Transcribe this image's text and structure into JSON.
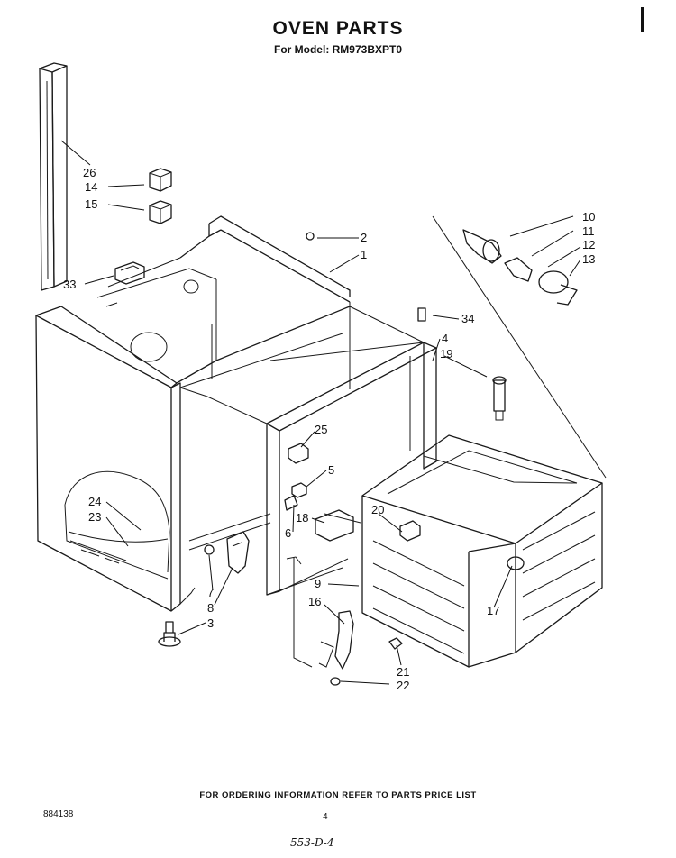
{
  "header": {
    "title": "OVEN PARTS",
    "subtitle": "For Model: RM973BXPT0"
  },
  "callouts": [
    {
      "id": "c1",
      "label": "1"
    },
    {
      "id": "c2",
      "label": "2"
    },
    {
      "id": "c3",
      "label": "3"
    },
    {
      "id": "c4",
      "label": "4"
    },
    {
      "id": "c5",
      "label": "5"
    },
    {
      "id": "c6",
      "label": "6"
    },
    {
      "id": "c7",
      "label": "7"
    },
    {
      "id": "c8",
      "label": "8"
    },
    {
      "id": "c9",
      "label": "9"
    },
    {
      "id": "c10",
      "label": "10"
    },
    {
      "id": "c11",
      "label": "11"
    },
    {
      "id": "c12",
      "label": "12"
    },
    {
      "id": "c13",
      "label": "13"
    },
    {
      "id": "c14",
      "label": "14"
    },
    {
      "id": "c15",
      "label": "15"
    },
    {
      "id": "c16",
      "label": "16"
    },
    {
      "id": "c17",
      "label": "17"
    },
    {
      "id": "c18",
      "label": "18"
    },
    {
      "id": "c19",
      "label": "19"
    },
    {
      "id": "c20",
      "label": "20"
    },
    {
      "id": "c21",
      "label": "21"
    },
    {
      "id": "c22",
      "label": "22"
    },
    {
      "id": "c23",
      "label": "23"
    },
    {
      "id": "c24",
      "label": "24"
    },
    {
      "id": "c25",
      "label": "25"
    },
    {
      "id": "c26",
      "label": "26"
    },
    {
      "id": "c33",
      "label": "33"
    },
    {
      "id": "c34",
      "label": "34"
    }
  ],
  "footer": {
    "note": "FOR ORDERING INFORMATION REFER TO PARTS PRICE LIST",
    "doc_number": "884138",
    "page_number": "4",
    "handwritten": "553-D-4"
  }
}
